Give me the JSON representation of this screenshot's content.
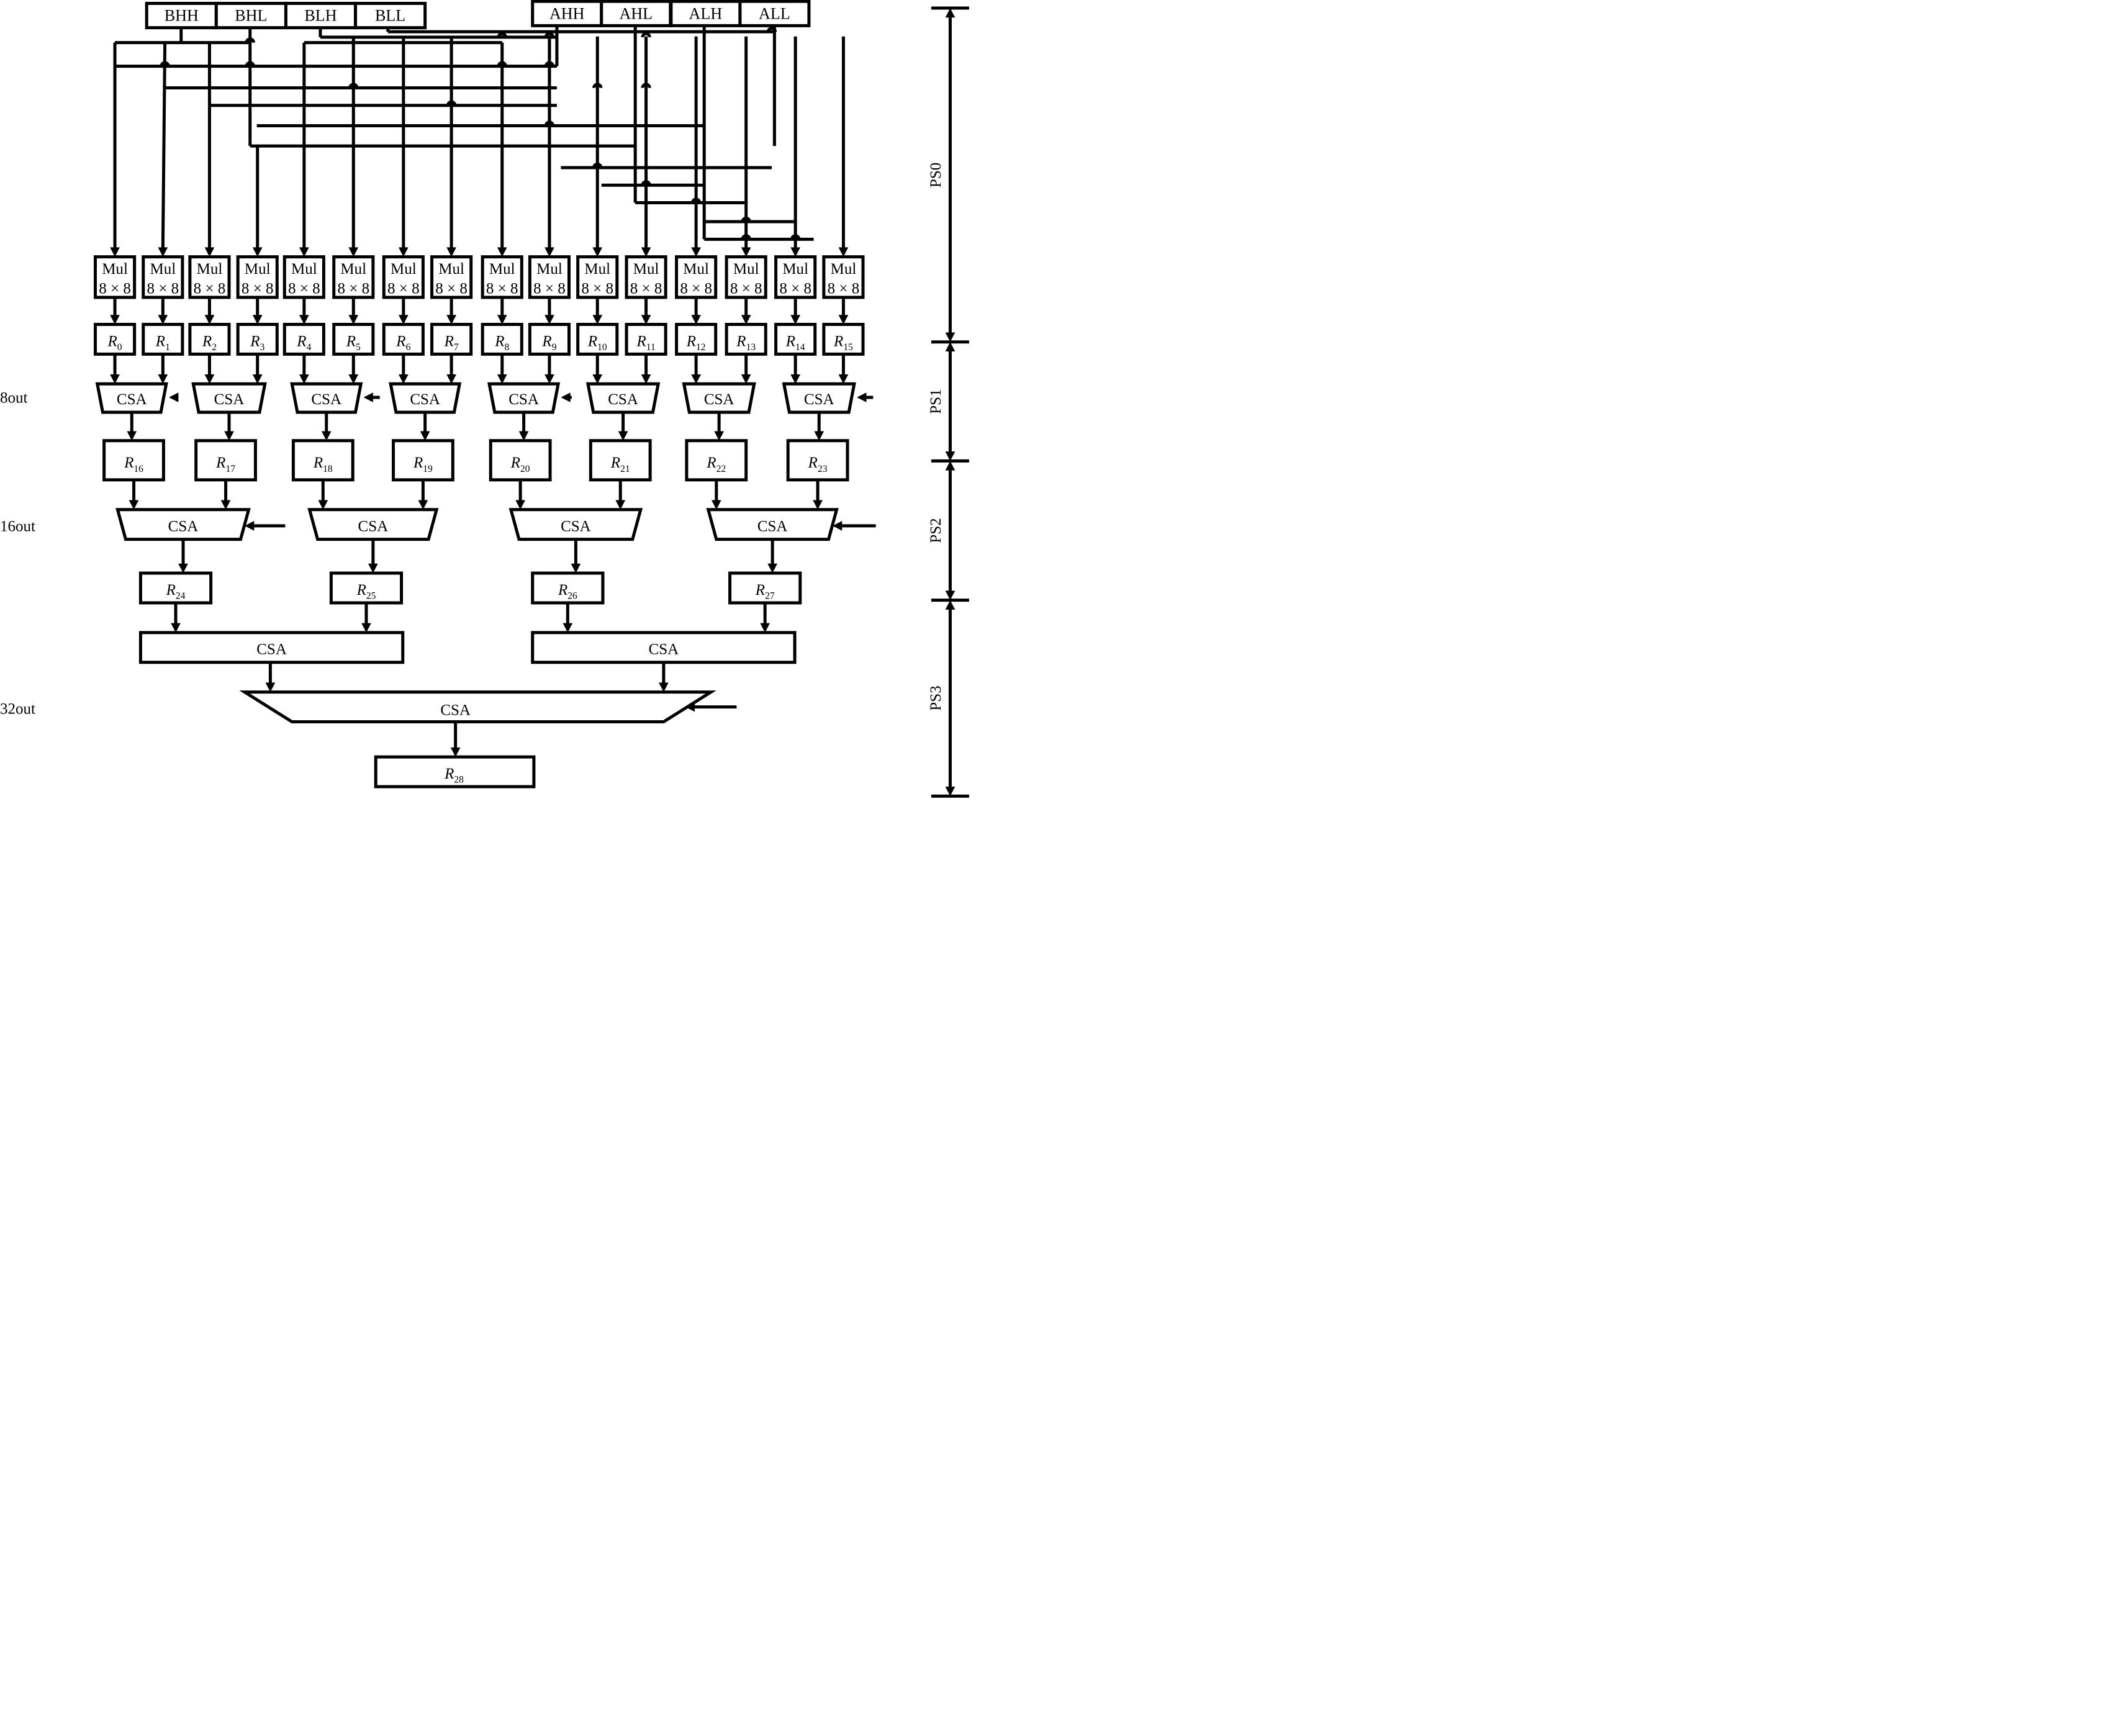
{
  "inputs_b": [
    "BHH",
    "BHL",
    "BLH",
    "BLL"
  ],
  "inputs_a": [
    "AHH",
    "AHL",
    "ALH",
    "ALL"
  ],
  "mul": {
    "line1": "Mul",
    "line2": "8 × 8",
    "count": 16
  },
  "reg_prefix": "R",
  "csa_label": "CSA",
  "left_labels": [
    "8out",
    "16out",
    "32out"
  ],
  "stages": [
    "PS0",
    "PS1",
    "PS2",
    "PS3"
  ],
  "colors": {
    "stroke": "#000000",
    "background": "#ffffff"
  }
}
